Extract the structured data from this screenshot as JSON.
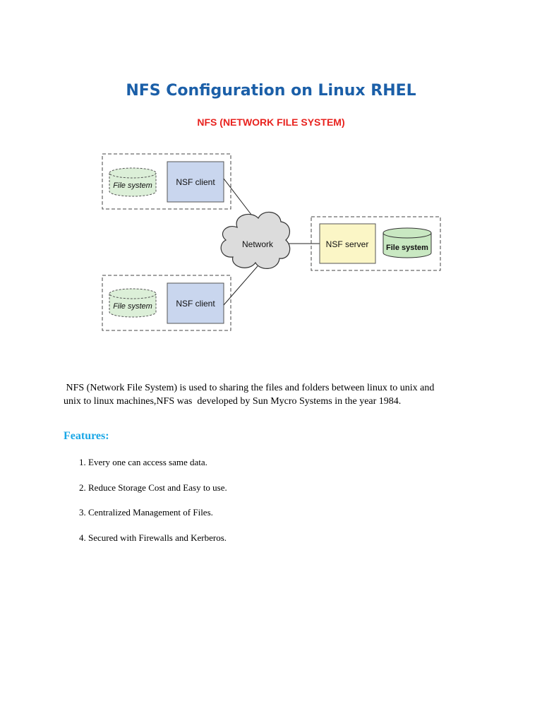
{
  "title": "NFS Configuration on Linux RHEL",
  "subtitle": "NFS (NETWORK FILE SYSTEM)",
  "diagram": {
    "client_top": {
      "filesystem_label": "File system",
      "client_label": "NSF client"
    },
    "client_bottom": {
      "filesystem_label": "File system",
      "client_label": "NSF client"
    },
    "network_label": "Network",
    "server": {
      "server_label": "NSF server",
      "filesystem_label": "File system"
    }
  },
  "intro": {
    "line1": " NFS (Network File System) is used to sharing the files and folders between linux to unix and",
    "line2": "unix to linux machines,NFS was  developed by Sun Mycro Systems in the year 1984."
  },
  "features": {
    "heading": "Features:",
    "items": [
      "1. Every one can access same data.",
      "2. Reduce Storage Cost and Easy to use.",
      "3. Centralized Management of Files.",
      "4. Secured with Firewalls and Kerberos."
    ]
  },
  "colors": {
    "title": "#1b5fa8",
    "subtitle": "#e8231f",
    "features_heading": "#1aa7e6",
    "client_box": "#c9d6ee",
    "server_box": "#fbf6c6",
    "fs_client": "#dcefd8",
    "fs_server": "#c9e8c2"
  }
}
